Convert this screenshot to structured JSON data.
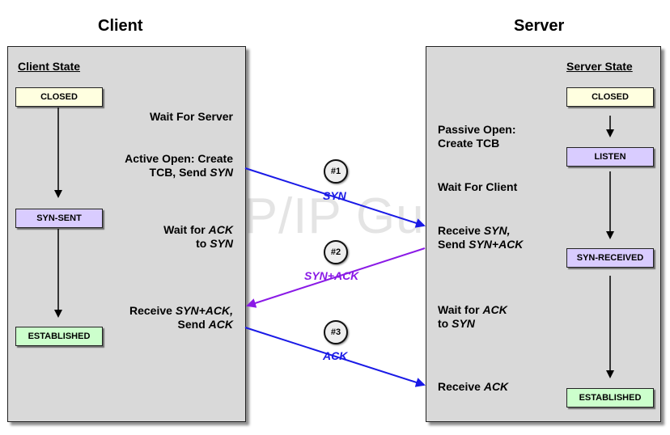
{
  "client": {
    "title": "Client",
    "state_header": "Client State",
    "states": [
      "CLOSED",
      "SYN-SENT",
      "ESTABLISHED"
    ],
    "wait_server": "Wait For Server",
    "active_open": [
      "Active Open: Create",
      "TCB, Send"
    ],
    "active_open_it": "SYN",
    "wait_ack": [
      "Wait for",
      "to"
    ],
    "wait_ack_it": [
      "ACK",
      "SYN"
    ],
    "recv_synack": [
      "Receive",
      "Send"
    ],
    "recv_synack_it": [
      "SYN+ACK,",
      "ACK"
    ]
  },
  "server": {
    "title": "Server",
    "state_header": "Server State",
    "states": [
      "CLOSED",
      "LISTEN",
      "SYN-RECEIVED",
      "ESTABLISHED"
    ],
    "passive_open": [
      "Passive Open:",
      "Create TCB"
    ],
    "wait_client": "Wait For Client",
    "recv_syn": [
      "Receive",
      "Send"
    ],
    "recv_syn_it": [
      "SYN,",
      "SYN+ACK"
    ],
    "wait_ack": [
      "Wait for",
      "to"
    ],
    "wait_ack_it": [
      "ACK",
      "SYN"
    ],
    "recv_ack": "Receive",
    "recv_ack_it": "ACK"
  },
  "messages": [
    {
      "num": "#1",
      "label": "SYN",
      "color": "#1a1ae6"
    },
    {
      "num": "#2",
      "label": "SYN+ACK",
      "color": "#8a1ae6"
    },
    {
      "num": "#3",
      "label": "ACK",
      "color": "#1a1ae6"
    }
  ],
  "state_colors": {
    "closed": "#ffffe0",
    "syn": "#d9ccff",
    "established": "#ccffcc"
  },
  "watermark": "The TCP/IP Guide"
}
